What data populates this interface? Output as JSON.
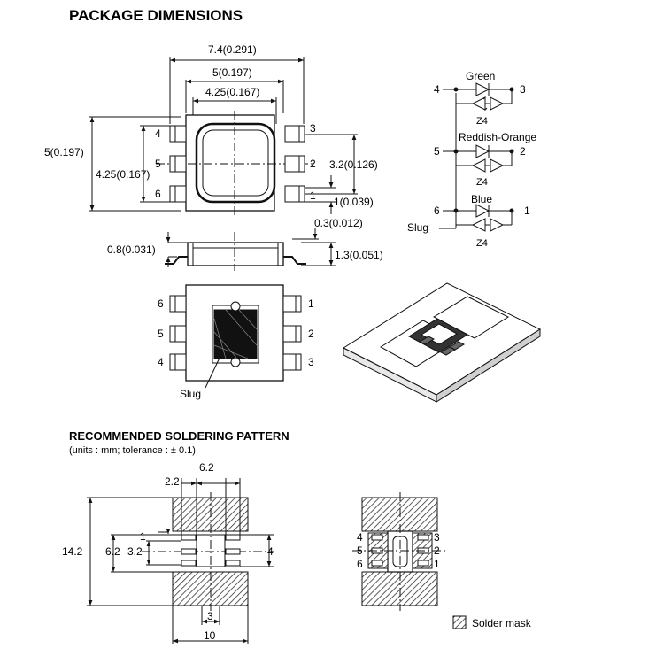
{
  "title": "PACKAGE DIMENSIONS",
  "top_view": {
    "dim_total_width": "7.4(0.291)",
    "dim_body_width": "5(0.197)",
    "dim_window_width": "4.25(0.167)",
    "dim_height": "5(0.197)",
    "dim_inner_height": "4.25(0.167)",
    "dim_pin_span": "3.2(0.126)",
    "dim_pin_width": "1(0.039)",
    "pins_left": [
      "4",
      "5",
      "6"
    ],
    "pins_right": [
      "3",
      "2",
      "1"
    ]
  },
  "side_view": {
    "dim_lead": "0.3(0.012)",
    "dim_standoff": "0.8(0.031)",
    "dim_height": "1.3(0.051)"
  },
  "bottom_view": {
    "pins_left": [
      "6",
      "5",
      "4"
    ],
    "pins_right": [
      "1",
      "2",
      "3"
    ],
    "slug_label": "Slug"
  },
  "schematic": {
    "channels": [
      {
        "name": "Green",
        "pin_in": "4",
        "pin_out": "3",
        "zener": "Z4"
      },
      {
        "name": "Reddish-Orange",
        "pin_in": "5",
        "pin_out": "2",
        "zener": "Z4"
      },
      {
        "name": "Blue",
        "pin_in": "6",
        "pin_out": "1",
        "zener": "Z4"
      }
    ],
    "slug_label": "Slug"
  },
  "soldering": {
    "title": "RECOMMENDED SOLDERING PATTERN",
    "subtitle": "(units : mm; tolerance : ± 0.1)",
    "dims": {
      "pad_w": "2.2",
      "span": "6.2",
      "total_h": "14.2",
      "mid_h": "6.2",
      "inner_h": "3.2",
      "pitch": "1",
      "pad_h": "4",
      "gap": "3",
      "total_w": "10"
    },
    "pins_left": [
      "4",
      "5",
      "6"
    ],
    "pins_right": [
      "3",
      "2",
      "1"
    ],
    "legend": "Solder mask"
  }
}
